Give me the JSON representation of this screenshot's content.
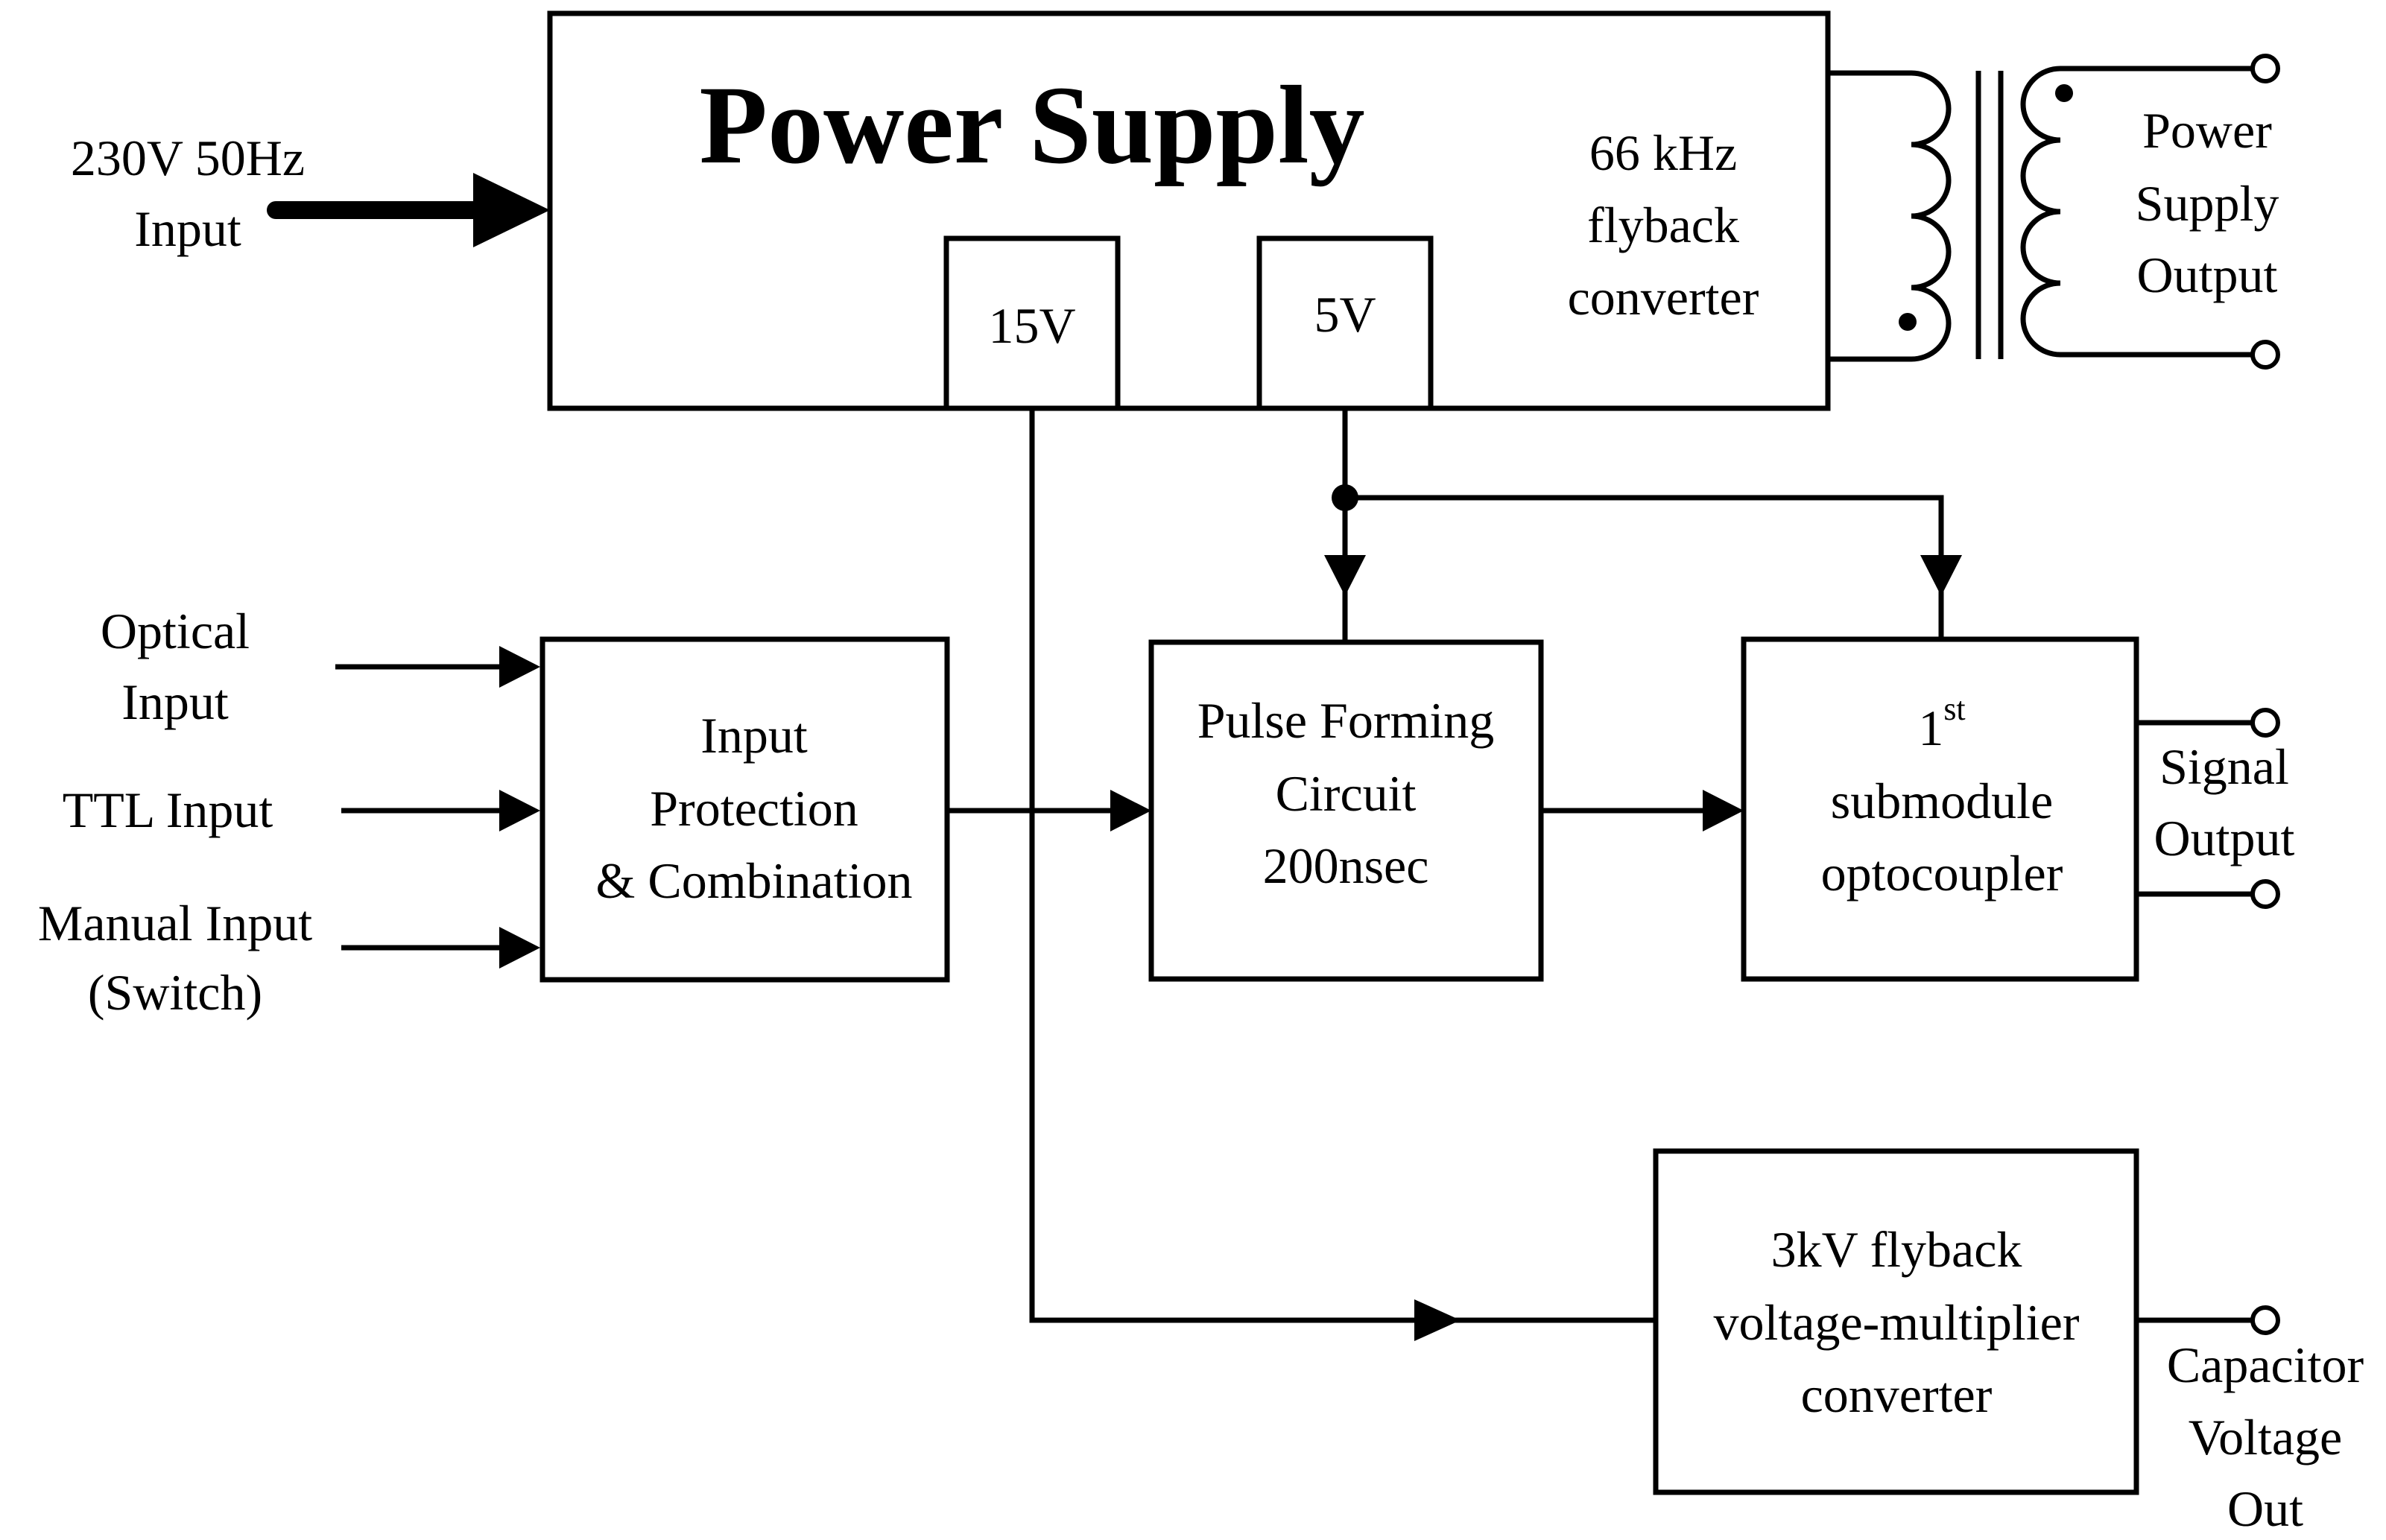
{
  "power_supply": {
    "title": "Power Supply",
    "rail_15v": "15V",
    "rail_5v": "5V",
    "converter_line1": "66 kHz",
    "converter_line2": "flyback",
    "converter_line3": "converter"
  },
  "mains_input": {
    "line1": "230V 50Hz",
    "line2": "Input"
  },
  "power_supply_output": {
    "line1": "Power",
    "line2": "Supply",
    "line3": "Output"
  },
  "inputs": {
    "optical_line1": "Optical",
    "optical_line2": "Input",
    "ttl": "TTL Input",
    "manual_line1": "Manual Input",
    "manual_line2": "(Switch)"
  },
  "input_protection": {
    "line1": "Input",
    "line2": "Protection",
    "line3": "& Combination"
  },
  "pulse_forming": {
    "line1": "Pulse Forming",
    "line2": "Circuit",
    "line3": "200nsec"
  },
  "optocoupler": {
    "line1_number": "1",
    "line1_superscript": "st",
    "line2": "submodule",
    "line3": "optocoupler"
  },
  "signal_output": {
    "line1": "Signal",
    "line2": "Output"
  },
  "hv_converter": {
    "line1": "3kV flyback",
    "line2": "voltage-multiplier",
    "line3": "converter"
  },
  "capacitor_output": {
    "line1": "Capacitor",
    "line2": "Voltage",
    "line3": "Out"
  }
}
